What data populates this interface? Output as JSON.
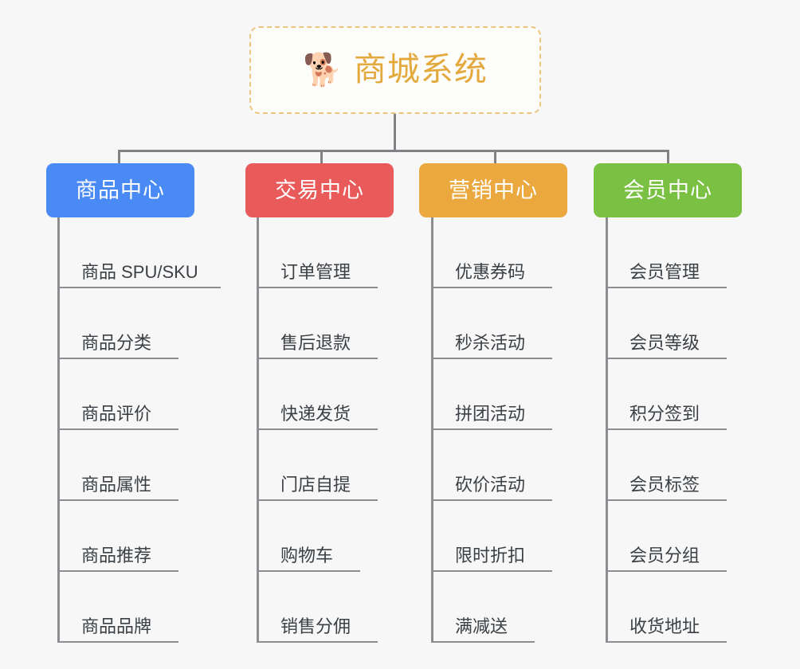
{
  "background_color": "#f7f7f8",
  "root": {
    "title": "商城系统",
    "emoji": "🐕",
    "emoji_name": "shiba-dog-emoji",
    "text_color": "#e3a93d",
    "border_color": "#edc57e"
  },
  "connector_color": "#808285",
  "branches": [
    {
      "label": "商品中心",
      "color": "#4a8af4",
      "items": [
        "商品 SPU/SKU",
        "商品分类",
        "商品评价",
        "商品属性",
        "商品推荐",
        "商品品牌"
      ]
    },
    {
      "label": "交易中心",
      "color": "#e95a5a",
      "items": [
        "订单管理",
        "售后退款",
        "快递发货",
        "门店自提",
        "购物车",
        "销售分佣"
      ]
    },
    {
      "label": "营销中心",
      "color": "#eaa83e",
      "items": [
        "优惠券码",
        "秒杀活动",
        "拼团活动",
        "砍价活动",
        "限时折扣",
        "满减送"
      ]
    },
    {
      "label": "会员中心",
      "color": "#7ac143",
      "items": [
        "会员管理",
        "会员等级",
        "积分签到",
        "会员标签",
        "会员分组",
        "收货地址"
      ]
    }
  ]
}
